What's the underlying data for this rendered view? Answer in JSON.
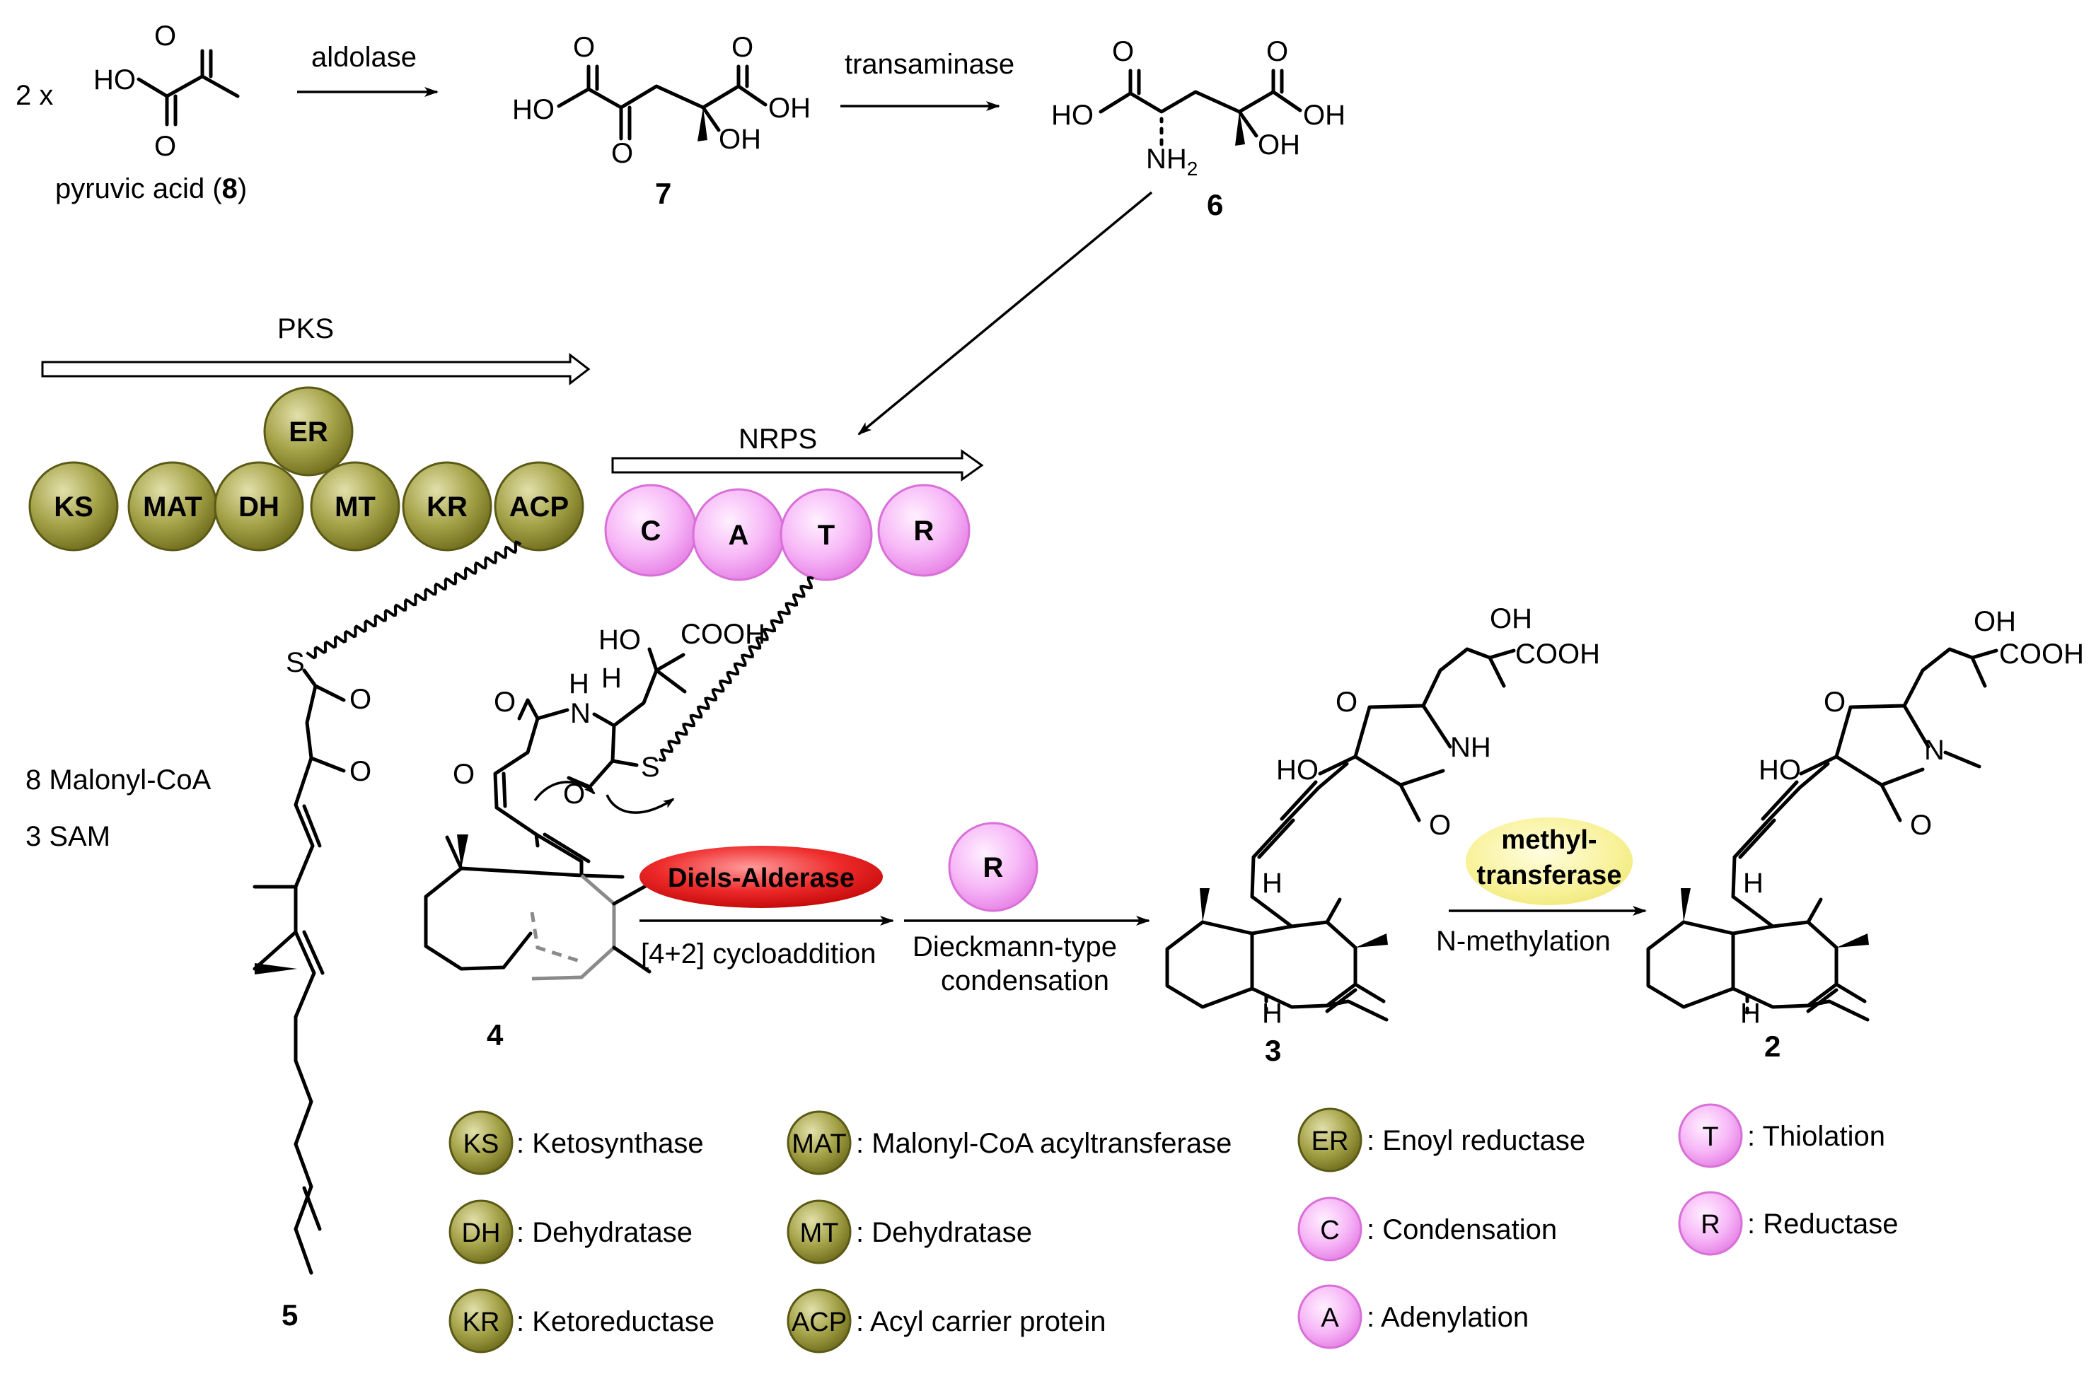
{
  "compounds": {
    "c8": {
      "name": "pyruvic acid",
      "num": "8"
    },
    "c7": "7",
    "c6": "6",
    "c5": "5",
    "c4": "4",
    "c3": "3",
    "c2": "2"
  },
  "prefix": "2 x",
  "atoms": {
    "ho": "HO",
    "oh": "OH",
    "o": "O",
    "nh2": "NH",
    "nh2_sub": "2",
    "s": "S",
    "h": "H",
    "n": "N",
    "nh": "NH",
    "hn": "HN",
    "cooh": "COOH"
  },
  "steps": {
    "aldolase": "aldolase",
    "transaminase": "transaminase",
    "diels_alderase": "Diels-Alderase",
    "cycloaddition": "[4+2] cycloaddition",
    "r_badge": "R",
    "dieckmann_1": "Dieckmann-type",
    "dieckmann_2": "condensation",
    "methyltransferase_1": "methyl-",
    "methyltransferase_2": "transferase",
    "n_methylation": "N-methylation"
  },
  "pks": {
    "label": "PKS",
    "domains": [
      "KS",
      "MAT",
      "DH",
      "ER",
      "MT",
      "KR",
      "ACP"
    ]
  },
  "nrps": {
    "label": "NRPS",
    "domains": [
      "C",
      "A",
      "T",
      "R"
    ]
  },
  "substrates": {
    "malonyl": "8 Malonyl-CoA",
    "sam": "3 SAM"
  },
  "legend": [
    {
      "abbr": "KS",
      "text": ": Ketosynthase"
    },
    {
      "abbr": "DH",
      "text": ": Dehydratase"
    },
    {
      "abbr": "KR",
      "text": ": Ketoreductase"
    },
    {
      "abbr": "MAT",
      "text": ": Malonyl-CoA acyltransferase"
    },
    {
      "abbr": "MT",
      "text": ": Dehydratase"
    },
    {
      "abbr": "ACP",
      "text": ": Acyl carrier protein"
    },
    {
      "abbr": "ER",
      "text": ": Enoyl reductase"
    },
    {
      "abbr": "C",
      "text": ": Condensation"
    },
    {
      "abbr": "A",
      "text": ": Adenylation"
    },
    {
      "abbr": "T",
      "text": ": Thiolation"
    },
    {
      "abbr": "R",
      "text": ": Reductase"
    }
  ],
  "colors": {
    "pks_domain": "#8c8a2c",
    "pks_domain_light": "#d6d49a",
    "nrps_domain": "#f08ef0",
    "nrps_domain_light": "#fde3fd",
    "diels_alderase": "#e01010",
    "methyltransferase": "#f7f08a"
  }
}
